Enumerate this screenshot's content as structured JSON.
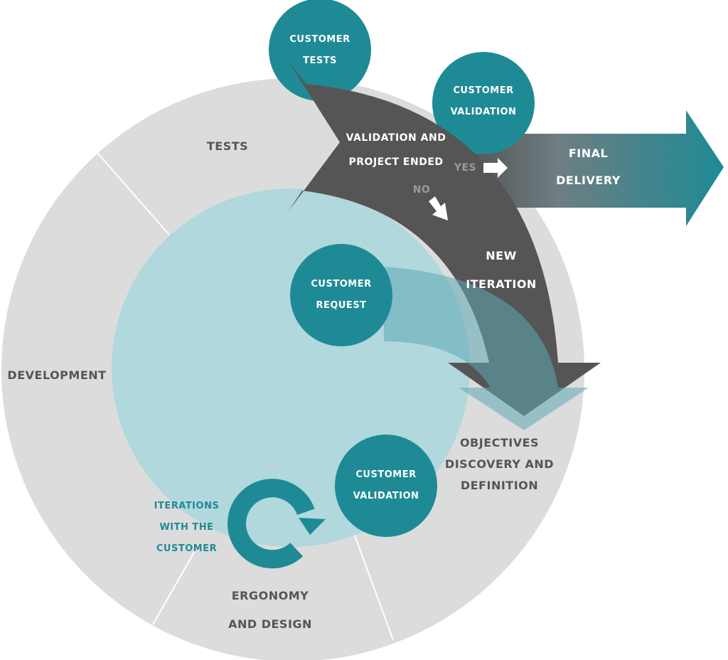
{
  "colors": {
    "teal": "#1e8a96",
    "light_teal": "#b0d8dd",
    "gray": "#dcdcdc",
    "dark": "#555555"
  },
  "segments": {
    "tests": "TESTS",
    "development": "DEVELOPMENT",
    "ergonomy": [
      "ERGONOMY",
      "AND DESIGN"
    ],
    "objectives": [
      "OBJECTIVES",
      "DISCOVERY AND",
      "DEFINITION"
    ]
  },
  "circles": {
    "customer_tests": [
      "CUSTOMER",
      "TESTS"
    ],
    "customer_validation_top": [
      "CUSTOMER",
      "VALIDATION"
    ],
    "customer_request": [
      "CUSTOMER",
      "REQUEST"
    ],
    "customer_validation_bottom": [
      "CUSTOMER",
      "VALIDATION"
    ]
  },
  "decision": {
    "label": [
      "VALIDATION AND",
      "PROJECT ENDED"
    ],
    "yes": "YES",
    "no": "NO"
  },
  "new_iteration": [
    "NEW",
    "ITERATION"
  ],
  "final_delivery": [
    "FINAL",
    "DELIVERY"
  ],
  "iterations": [
    "ITERATIONS",
    "WITH THE",
    "CUSTOMER"
  ]
}
